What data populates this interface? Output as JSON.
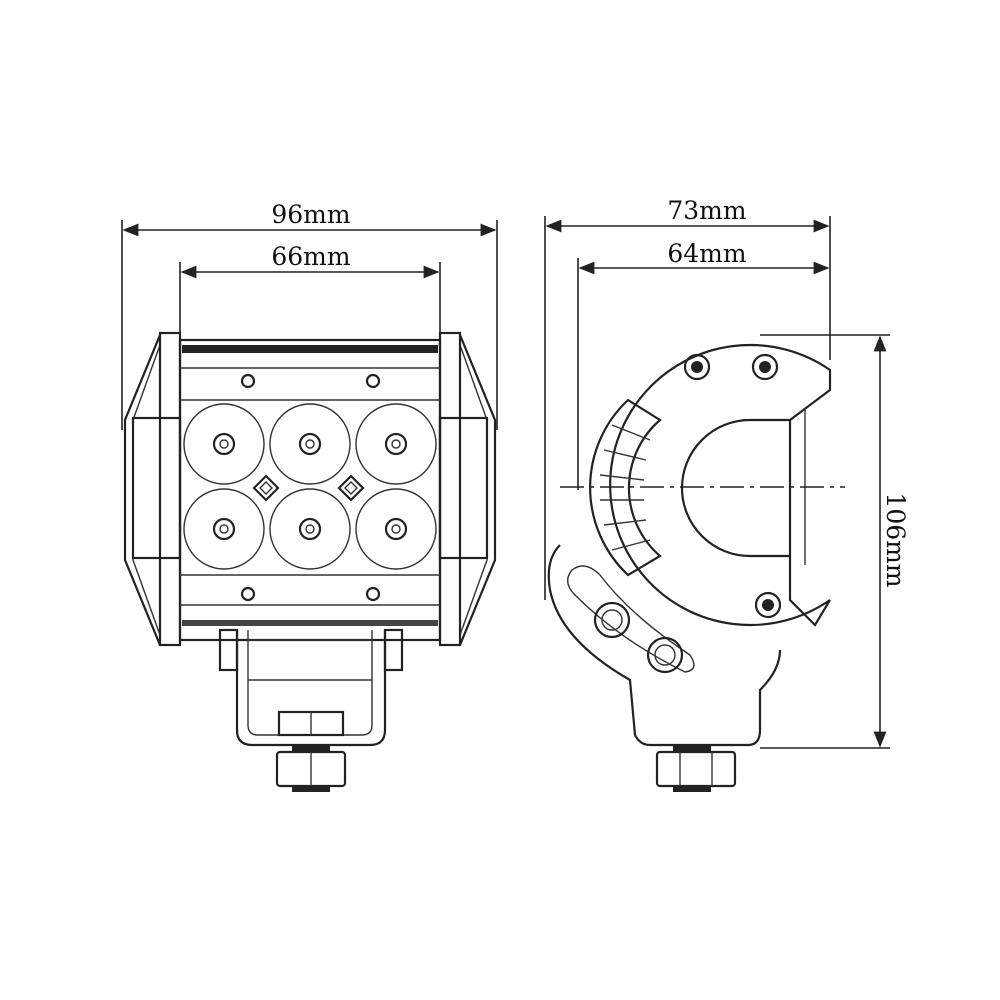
{
  "front_view": {
    "overall_width_label": "96mm",
    "inner_width_label": "66mm",
    "led_count": 6
  },
  "side_view": {
    "overall_depth_label": "73mm",
    "inner_depth_label": "64mm",
    "height_label": "106mm"
  },
  "colors": {
    "line": "#222222",
    "background": "#ffffff"
  }
}
